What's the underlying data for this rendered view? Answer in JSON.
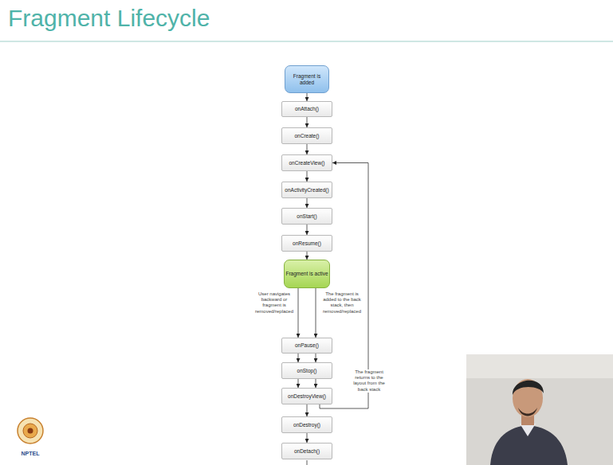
{
  "diagram": {
    "title": "Fragment Lifecycle",
    "nodes": [
      {
        "text": [
          "Fragment is added"
        ]
      },
      {
        "text": [
          "onAttach()"
        ]
      },
      {
        "text": [
          "onCreate()"
        ]
      },
      {
        "text": [
          "onCreateView()"
        ]
      },
      {
        "text": [
          "onActivityCreated()"
        ]
      },
      {
        "text": [
          "onStart()"
        ]
      },
      {
        "text": [
          "onResume()"
        ]
      },
      {
        "text": [
          "Fragment is active"
        ]
      },
      {
        "text": [
          "onPause()"
        ]
      },
      {
        "text": [
          "onStop()"
        ]
      },
      {
        "text": [
          "onDestroyView()"
        ]
      },
      {
        "text": [
          "onDestroy()"
        ]
      },
      {
        "text": [
          "onDetach()"
        ]
      }
    ],
    "edges": [
      {
        "from": 0,
        "to": 1,
        "arrow": "to"
      },
      {
        "from": 1,
        "to": 2,
        "arrow": "to"
      },
      {
        "from": 2,
        "to": 3,
        "arrow": "to"
      },
      {
        "from": 3,
        "to": 4,
        "arrow": "to"
      },
      {
        "from": 4,
        "to": 5,
        "arrow": "to"
      },
      {
        "from": 5,
        "to": 6,
        "arrow": "to"
      },
      {
        "from": 6,
        "to": 7,
        "arrow": "to"
      },
      {
        "from": 7,
        "to": 8,
        "arrow": "to"
      },
      {
        "from": 7,
        "to": 8,
        "arrow": "to"
      },
      {
        "from": 8,
        "to": 9,
        "arrow": "to"
      },
      {
        "from": 8,
        "to": 9,
        "arrow": "to"
      },
      {
        "from": 9,
        "to": 10,
        "arrow": "to"
      },
      {
        "from": 9,
        "to": 10,
        "arrow": "to"
      },
      {
        "from": 10,
        "to": 11,
        "arrow": "to"
      },
      {
        "from": 11,
        "to": 12,
        "arrow": "to"
      },
      {
        "from": 10,
        "to": 3,
        "arrow": "to"
      }
    ],
    "labels": [
      "User navigates backward or fragment is removed/replaced",
      "The fragment is added to the back stack, then removed/replaced",
      "The fragment returns to the layout from the back stack",
      "NPTEL"
    ]
  }
}
